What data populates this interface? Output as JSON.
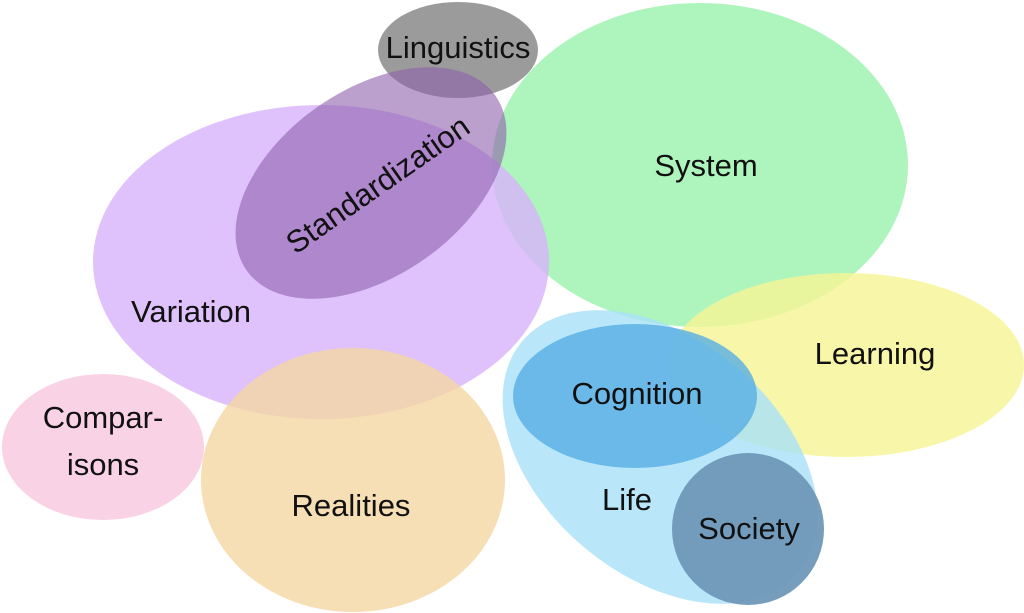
{
  "diagram": {
    "nodes": [
      {
        "id": "variation",
        "label": "Variation",
        "color": "#d7b3fb"
      },
      {
        "id": "system",
        "label": "System",
        "color": "#9ff2b2"
      },
      {
        "id": "learning",
        "label": "Learning",
        "color": "#f6f594"
      },
      {
        "id": "realities",
        "label": "Realities",
        "color": "#f4d6a2"
      },
      {
        "id": "comparisons",
        "label_line1": "Compar-",
        "label_line2": "isons",
        "color": "#f9cde3"
      },
      {
        "id": "life",
        "label": "Life",
        "color": "#a7e1f8"
      },
      {
        "id": "cognition",
        "label": "Cognition",
        "color": "#58aee4"
      },
      {
        "id": "society",
        "label": "Society",
        "color": "#6f98b8"
      },
      {
        "id": "standardization",
        "label": "Standardization",
        "color": "#8d5fab"
      },
      {
        "id": "linguistics",
        "label": "Linguistics",
        "color": "#8a8a8a"
      }
    ]
  }
}
